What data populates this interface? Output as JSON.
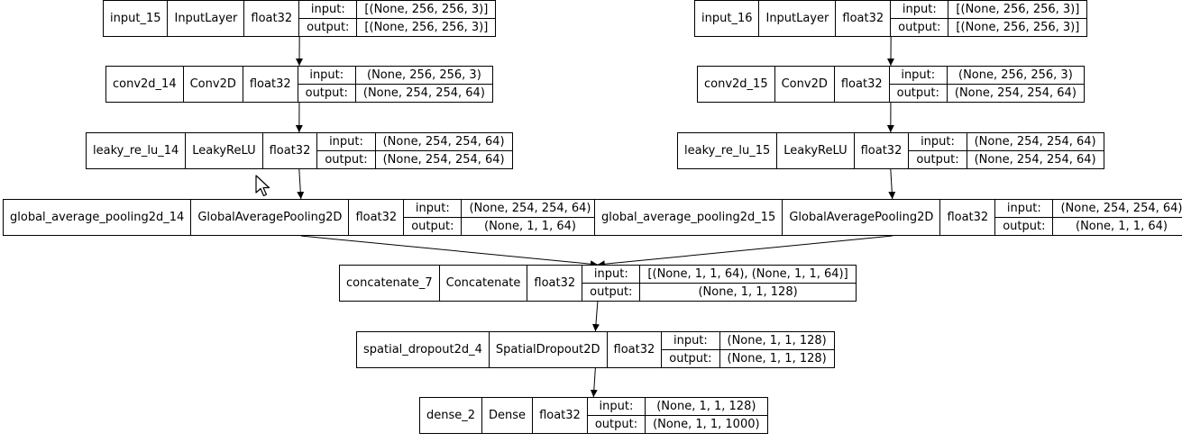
{
  "io_labels": {
    "input": "input:",
    "output": "output:"
  },
  "nodes": [
    {
      "id": "n_input_15",
      "name": "input_15",
      "type": "InputLayer",
      "dtype": "float32",
      "input": "[(None, 256, 256, 3)]",
      "output": "[(None, 256, 256, 3)]"
    },
    {
      "id": "n_conv2d_14",
      "name": "conv2d_14",
      "type": "Conv2D",
      "dtype": "float32",
      "input": "(None, 256, 256, 3)",
      "output": "(None, 254, 254, 64)"
    },
    {
      "id": "n_leaky_14",
      "name": "leaky_re_lu_14",
      "type": "LeakyReLU",
      "dtype": "float32",
      "input": "(None, 254, 254, 64)",
      "output": "(None, 254, 254, 64)"
    },
    {
      "id": "n_gap_14",
      "name": "global_average_pooling2d_14",
      "type": "GlobalAveragePooling2D",
      "dtype": "float32",
      "input": "(None, 254, 254, 64)",
      "output": "(None, 1, 1, 64)"
    },
    {
      "id": "n_input_16",
      "name": "input_16",
      "type": "InputLayer",
      "dtype": "float32",
      "input": "[(None, 256, 256, 3)]",
      "output": "[(None, 256, 256, 3)]"
    },
    {
      "id": "n_conv2d_15",
      "name": "conv2d_15",
      "type": "Conv2D",
      "dtype": "float32",
      "input": "(None, 256, 256, 3)",
      "output": "(None, 254, 254, 64)"
    },
    {
      "id": "n_leaky_15",
      "name": "leaky_re_lu_15",
      "type": "LeakyReLU",
      "dtype": "float32",
      "input": "(None, 254, 254, 64)",
      "output": "(None, 254, 254, 64)"
    },
    {
      "id": "n_gap_15",
      "name": "global_average_pooling2d_15",
      "type": "GlobalAveragePooling2D",
      "dtype": "float32",
      "input": "(None, 254, 254, 64)",
      "output": "(None, 1, 1, 64)"
    },
    {
      "id": "n_concat_7",
      "name": "concatenate_7",
      "type": "Concatenate",
      "dtype": "float32",
      "input": "[(None, 1, 1, 64), (None, 1, 1, 64)]",
      "output": "(None, 1, 1, 128)"
    },
    {
      "id": "n_sdrop_4",
      "name": "spatial_dropout2d_4",
      "type": "SpatialDropout2D",
      "dtype": "float32",
      "input": "(None, 1, 1, 128)",
      "output": "(None, 1, 1, 128)"
    },
    {
      "id": "n_dense_2",
      "name": "dense_2",
      "type": "Dense",
      "dtype": "float32",
      "input": "(None, 1, 1, 128)",
      "output": "(None, 1, 1, 1000)"
    }
  ],
  "edges": [
    [
      "n_input_15",
      "n_conv2d_14"
    ],
    [
      "n_conv2d_14",
      "n_leaky_14"
    ],
    [
      "n_leaky_14",
      "n_gap_14"
    ],
    [
      "n_input_16",
      "n_conv2d_15"
    ],
    [
      "n_conv2d_15",
      "n_leaky_15"
    ],
    [
      "n_leaky_15",
      "n_gap_15"
    ],
    [
      "n_gap_14",
      "n_concat_7"
    ],
    [
      "n_gap_15",
      "n_concat_7"
    ],
    [
      "n_concat_7",
      "n_sdrop_4"
    ],
    [
      "n_sdrop_4",
      "n_dense_2"
    ]
  ]
}
